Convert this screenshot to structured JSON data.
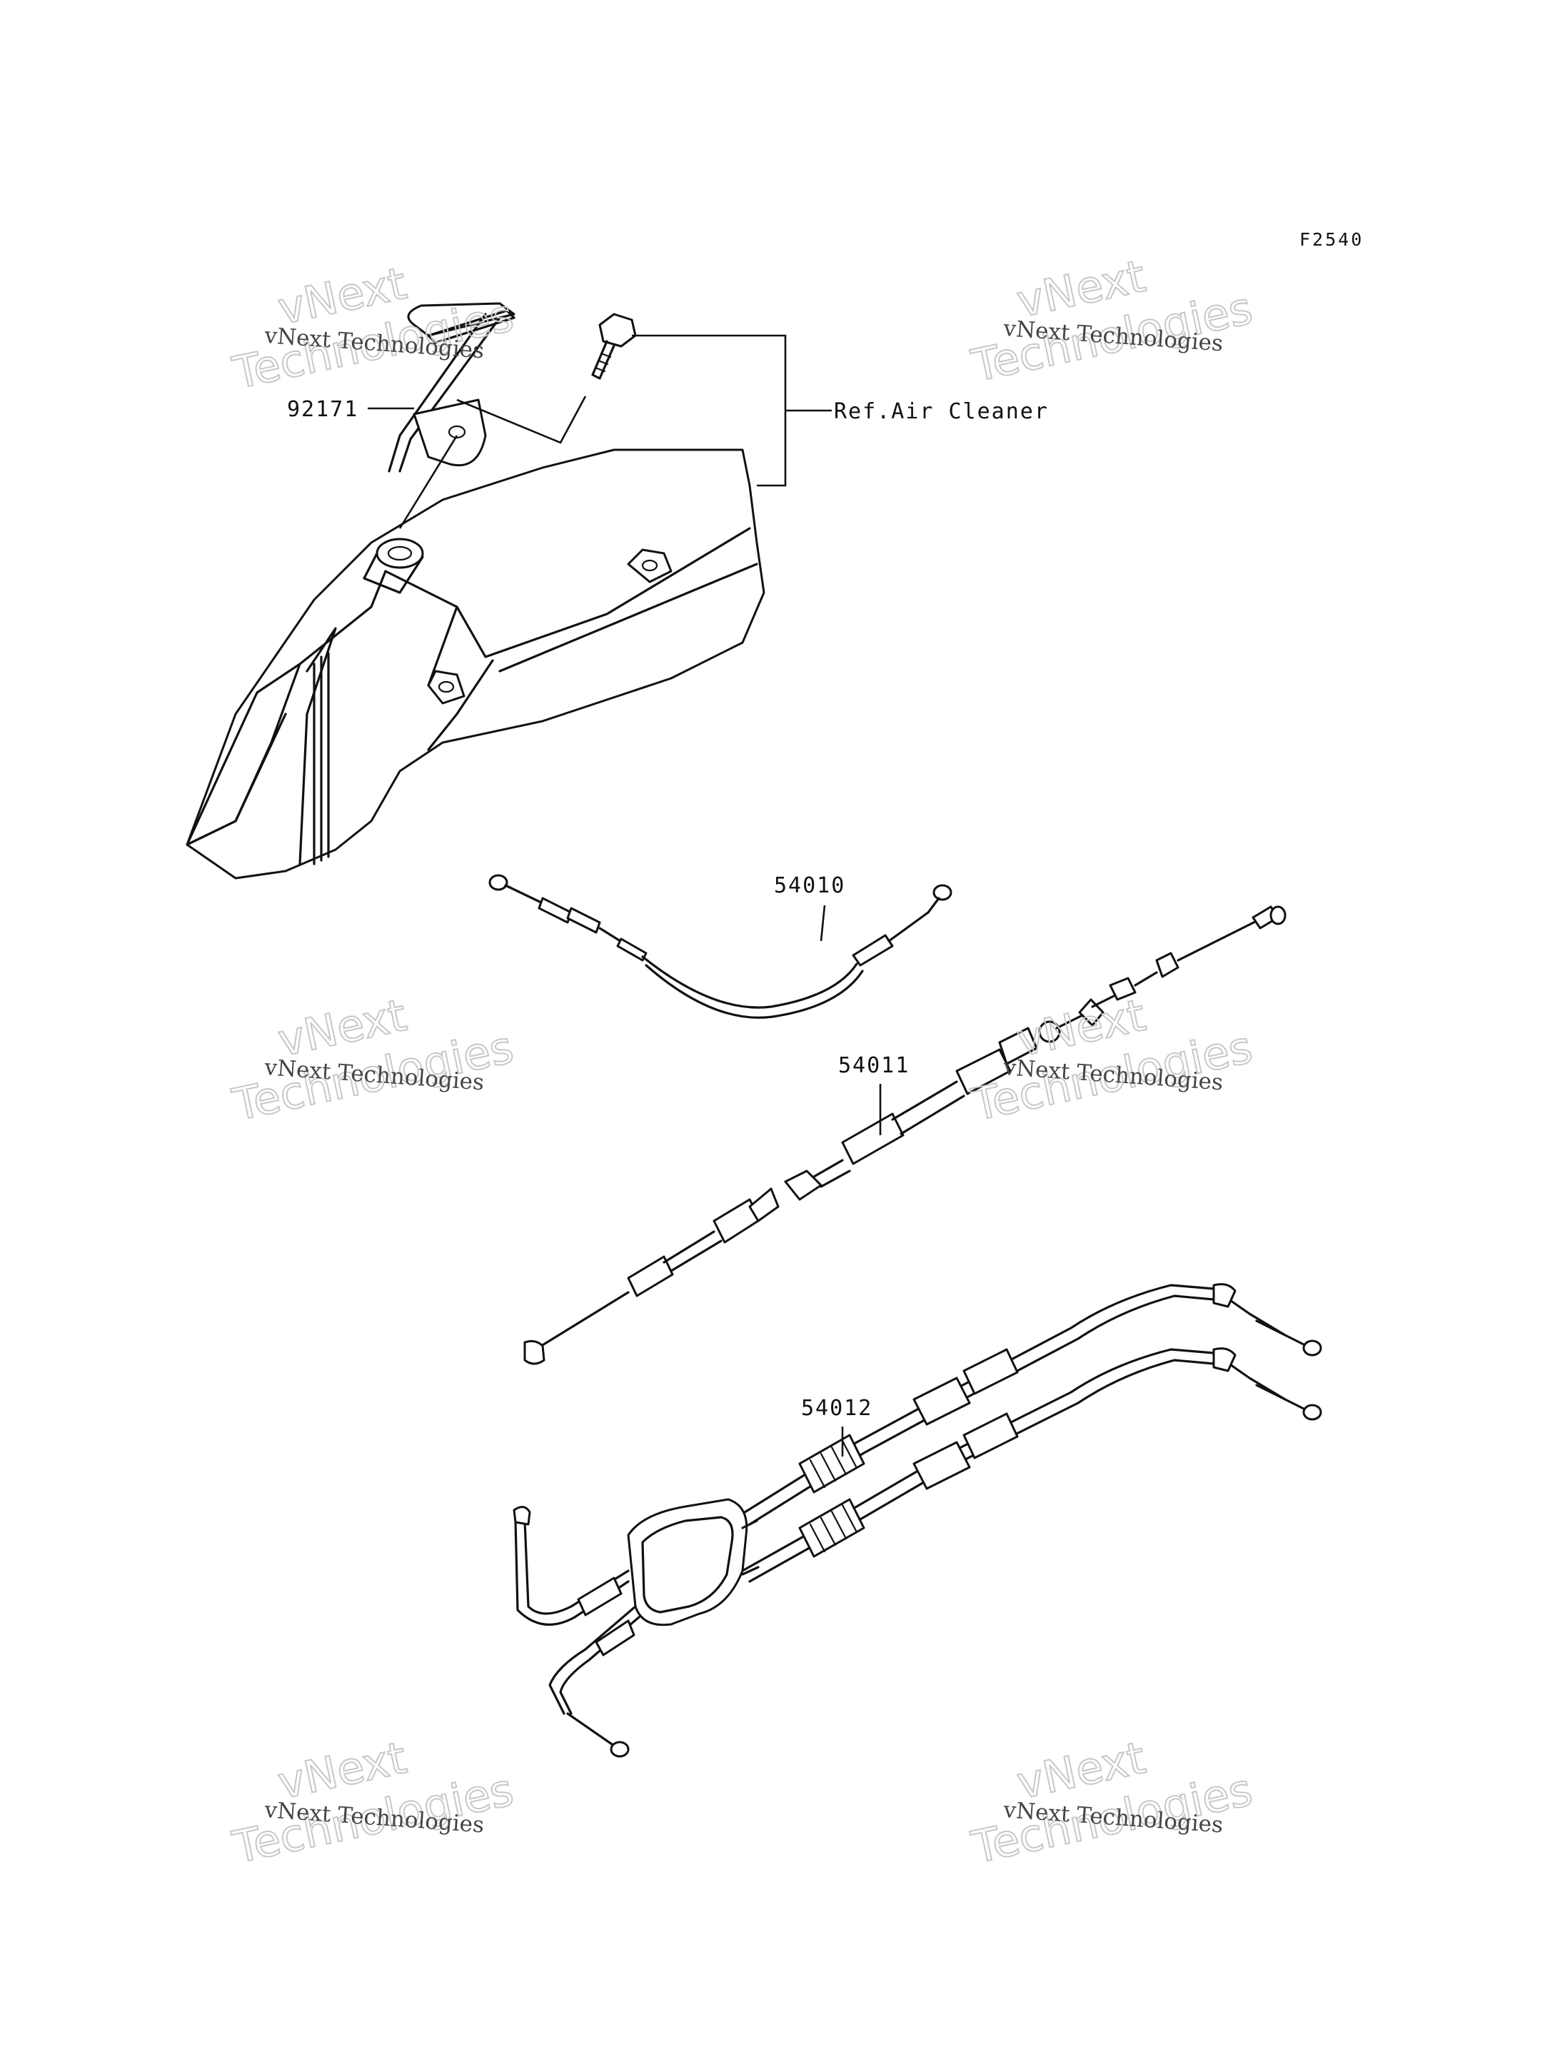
{
  "figure_code": "F2540",
  "reference_label": "Ref.Air Cleaner",
  "parts": [
    {
      "number": "92171"
    },
    {
      "number": "54010"
    },
    {
      "number": "54011"
    },
    {
      "number": "54012"
    }
  ],
  "watermark": {
    "line1": "vNext Technologies",
    "line2": "vNext",
    "line3": "Technologies"
  }
}
